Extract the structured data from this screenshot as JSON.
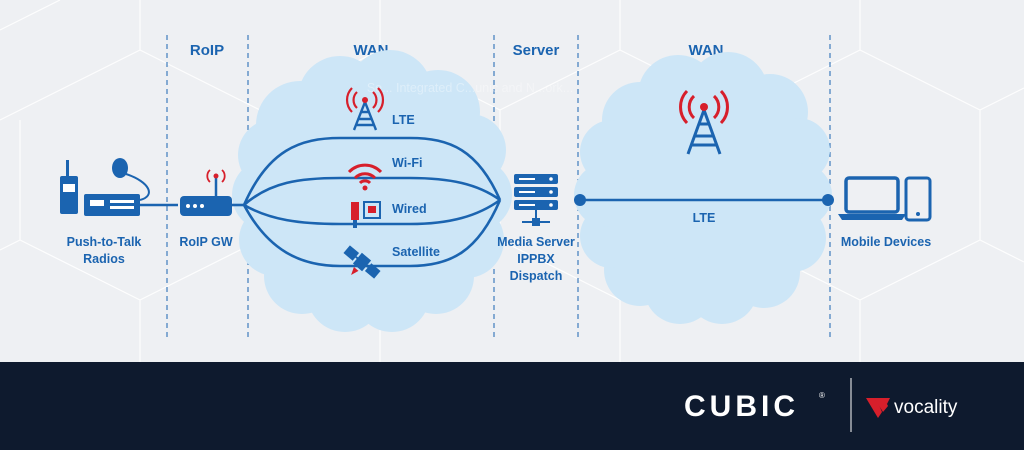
{
  "columns": {
    "roip": "RoIP",
    "wan_left": "WAN",
    "server": "Server",
    "wan_right": "WAN"
  },
  "watermark": "Se... Integrated C...unic and N...ork...",
  "links": {
    "lte": "LTE",
    "wifi": "Wi-Fi",
    "wired": "Wired",
    "satellite": "Satellite",
    "lte_right": "LTE"
  },
  "nodes": {
    "radios_line1": "Push-to-Talk",
    "radios_line2": "Radios",
    "roip_gw": "RoIP GW",
    "server_line1": "Media Server",
    "server_line2": "IPPBX",
    "server_line3": "Dispatch",
    "mobile": "Mobile Devices"
  },
  "footer": {
    "cubic": "CUBIC",
    "cubic_mark": "®",
    "vocality": "vocality"
  },
  "colors": {
    "blue": "#1b64b0",
    "red": "#d71f2b",
    "cloud": "#cde6f7",
    "footer_bg": "#0e1a2e"
  },
  "icons": [
    "radio-icon",
    "router-icon",
    "tower-icon",
    "wifi-icon",
    "ethernet-icon",
    "satellite-icon",
    "server-icon",
    "laptop-icon",
    "phone-icon"
  ]
}
